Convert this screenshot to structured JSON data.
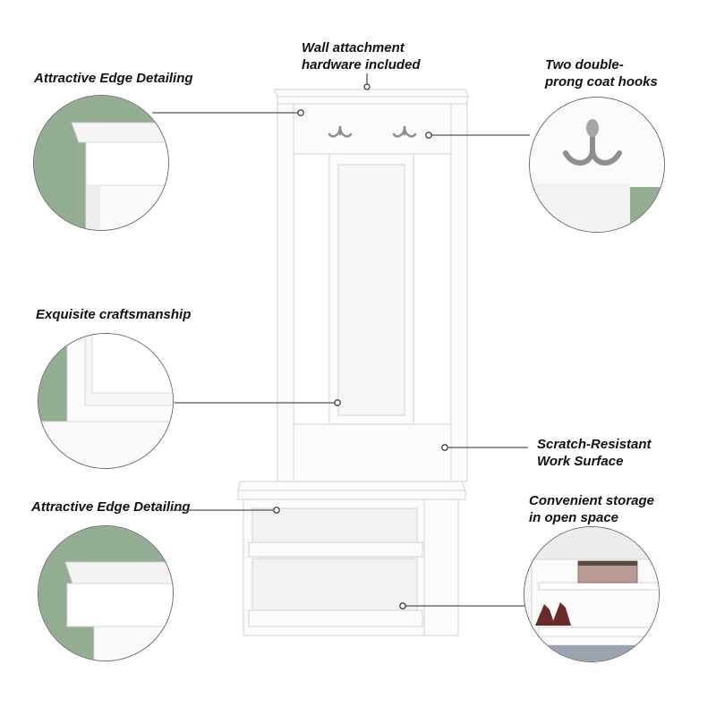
{
  "callouts": {
    "wall_attachment": [
      "Wall attachment",
      "hardware included"
    ],
    "edge_detailing_top": [
      "Attractive Edge Detailing"
    ],
    "coat_hooks": [
      "Two double-",
      "prong coat hooks"
    ],
    "craftsmanship": [
      "Exquisite craftsmanship"
    ],
    "scratch_resistant": [
      "Scratch-Resistant",
      "Work Surface"
    ],
    "edge_detailing_bottom": [
      "Attractive Edge Detailing"
    ],
    "storage": [
      "Convenient storage",
      "in open space"
    ]
  },
  "colors": {
    "sage": "#93ad93",
    "furniture": "#fbfbfb",
    "outline": "#d6d6d6",
    "hook": "#8e8e92"
  },
  "icons": [
    "coat-hook-icon",
    "high-heel-shoe-icon",
    "storage-box-icon"
  ]
}
